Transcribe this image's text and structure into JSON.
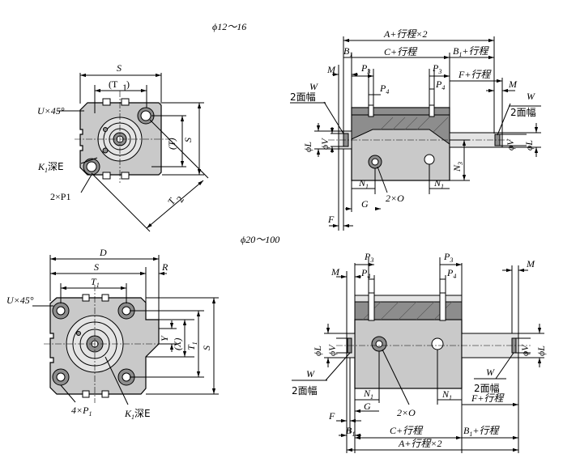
{
  "diagram": {
    "top_section": {
      "title": "ϕ12～16",
      "front_labels": {
        "S": "S",
        "T1_paren": "(T",
        "T1_sub": "1",
        "T1_close": ")",
        "chamfer": "U×45°",
        "K1": "K",
        "K1_sub": "1",
        "K1_rest": "深E",
        "P1": "2×P1",
        "T1_side": "T",
        "T1_side_sub": "1",
        "S_side": "S",
        "T2": "T",
        "T2_sub": "2"
      },
      "side_labels": {
        "total": "A+行程×2",
        "B1": "B",
        "B1_sub": "1",
        "C": "C+行程",
        "B1_stroke": "B",
        "B1_stroke_sub": "1",
        "B1_stroke_rest": "+行程",
        "M_left": "M",
        "P3_left": "P",
        "P3_left_sub": "3",
        "P3_right": "P",
        "P3_right_sub": "3",
        "P4_left": "P",
        "P4_left_sub": "4",
        "P4_right": "P",
        "P4_right_sub": "4",
        "F_stroke": "F+行程",
        "M_right": "M",
        "W_left": "W",
        "face_left": "2面幅",
        "W_right": "W",
        "face_right": "2面幅",
        "phiL": "ϕL",
        "phiV": "ϕV",
        "phiV_r": "ϕV",
        "phiL_r": "ϕL",
        "N1_left": "N",
        "N1_left_sub": "1",
        "O": "2×O",
        "N1_right": "N",
        "N1_right_sub": "1",
        "N3": "N",
        "N3_sub": "3",
        "G": "G",
        "F": "F"
      }
    },
    "bottom_section": {
      "title": "ϕ20～100",
      "front_labels": {
        "D": "D",
        "S": "S",
        "R": "R",
        "T1": "T",
        "T1_sub": "1",
        "chamfer": "U×45°",
        "Y": "Y",
        "X": "(X)",
        "T1_side": "T",
        "T1_side_sub": "1",
        "S_side": "S",
        "P1": "4×P",
        "P1_sub": "1",
        "K1": "K",
        "K1_sub": "1",
        "K1_rest": "深E"
      },
      "side_labels": {
        "P3_left": "P",
        "P3_left_sub": "3",
        "P3_right": "P",
        "P3_right_sub": "3",
        "P4_left": "P",
        "P4_left_sub": "4",
        "P4_right": "P",
        "P4_right_sub": "4",
        "M_left": "M",
        "M_right": "M",
        "phiL": "ϕL",
        "phiV": "ϕV",
        "phiV_r": "ϕV",
        "phiL_r": "ϕL",
        "W_left": "W",
        "face_left": "2面幅",
        "W_right": "W",
        "face_right": "2面幅",
        "N1_left": "N",
        "N1_left_sub": "1",
        "O": "2×O",
        "N1_right": "N",
        "N1_right_sub": "1",
        "F_stroke": "F+行程",
        "G": "G",
        "F": "F",
        "B1": "B",
        "B1_sub": "1",
        "C": "C+行程",
        "B1_stroke": "B",
        "B1_stroke_sub": "1",
        "B1_stroke_rest": "+行程",
        "total": "A+行程×2"
      }
    }
  }
}
